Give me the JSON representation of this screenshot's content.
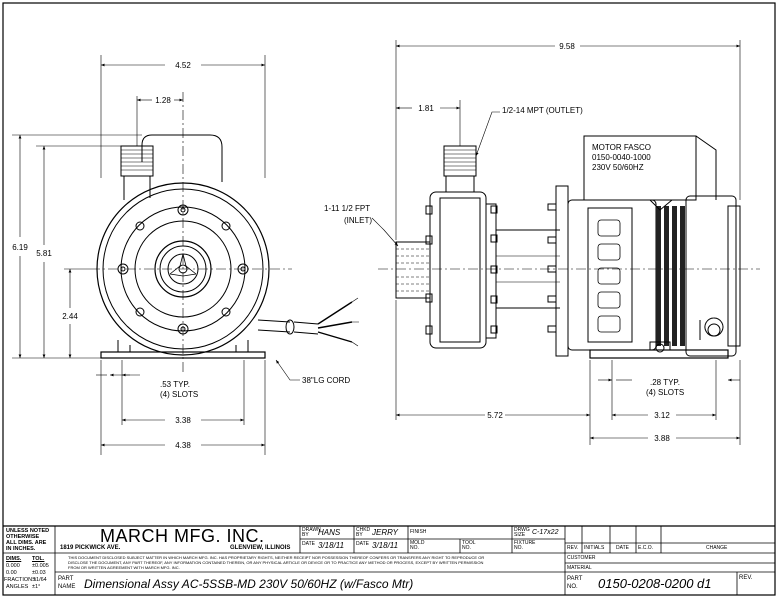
{
  "dims": {
    "front_width": "4.52",
    "front_offset": "1.28",
    "front_total_height": "6.19",
    "front_center_height": "5.81",
    "front_base_height": "2.44",
    "front_slot_note_1": ".53 TYP.",
    "front_slot_note_2": "(4) SLOTS",
    "front_slot_span": "3.38",
    "front_base_width": "4.38",
    "side_total_length": "9.58",
    "side_outlet_offset": "1.81",
    "outlet_note": "1/2-14 MPT (OUTLET)",
    "inlet_note_1": "1-11 1/2 FPT",
    "inlet_note_2": "(INLET)",
    "cord_note": "38\"LG CORD",
    "side_body_length": "5.72",
    "side_slot_note_1": ".28 TYP.",
    "side_slot_note_2": "(4) SLOTS",
    "side_slot_span": "3.12",
    "side_base_length": "3.88"
  },
  "motor_label": [
    "MOTOR FASCO",
    "0150-0040-1000",
    "230V 50/60HZ"
  ],
  "title_block": {
    "unless_noted": [
      "UNLESS NOTED",
      "OTHERWISE",
      "ALL DIMS. ARE",
      "IN INCHES."
    ],
    "tol_header_dims": "DIMS.",
    "tol_header_tol": "TOL.",
    "tol_rows": [
      [
        "0.000",
        "±0.005"
      ],
      [
        "0.00",
        "±0.03"
      ],
      [
        "FRACTIONS",
        "±1/64"
      ],
      [
        "ANGLES",
        "±1°"
      ]
    ],
    "company": "MARCH MFG. INC.",
    "address": "1819 PICKWICK AVE.",
    "city": "GLENVIEW, ILLINOIS",
    "disclaimer": [
      "THIS DOCUMENT DISCLOSED SUBJECT MATTER IN WHICH MARCH MFG. INC. HAS PROPRIETARY RIGHTS, NEITHER RECEIPT NOR POSSESSION THEREOF CONFERS OR TRANSFERS ANY RIGHT TO REPRODUCE OR",
      "DISCLOSE THE DOCUMENT, ANY PART THEREOF, ANY INFORMATION CONTAINED THEREIN, OR ANY PHYSICAL ARTICLE OR DEVICE OR TO PRACTICE ANY METHOD OR PROCESS, EXCEPT BY WRITTEN PERMISSION",
      "FROM OR WRITTEN AGREEMENT WITH MARCH MFG. INC."
    ],
    "drawn_label": "DRAWN BY",
    "drawn_by": "HANS",
    "chkd_label": "CHKD BY",
    "chkd_by": "JERRY",
    "date_label": "DATE",
    "drawn_date": "3/18/11",
    "chkd_date": "3/18/11",
    "finish_label": "FINISH",
    "mold_label": "MOLD NO.",
    "tool_label": "TOOL NO.",
    "dwg_size_label": "DRWG SIZE",
    "dwg_size": "C-17x22",
    "fixture_label": "FIXTURE NO.",
    "part_name_label": "PART NAME",
    "part_name": "Dimensional Assy AC-5SSB-MD 230V 50/60HZ (w/Fasco Mtr)",
    "rev_headers": [
      "REV.",
      "INITIALS",
      "DATE",
      "E.C.O.",
      "CHANGE"
    ],
    "customer_label": "CUSTOMER",
    "material_label": "MATERIAL",
    "part_no_label": "PART NO.",
    "part_no": "0150-0208-0200 d1",
    "rev_label": "REV."
  }
}
